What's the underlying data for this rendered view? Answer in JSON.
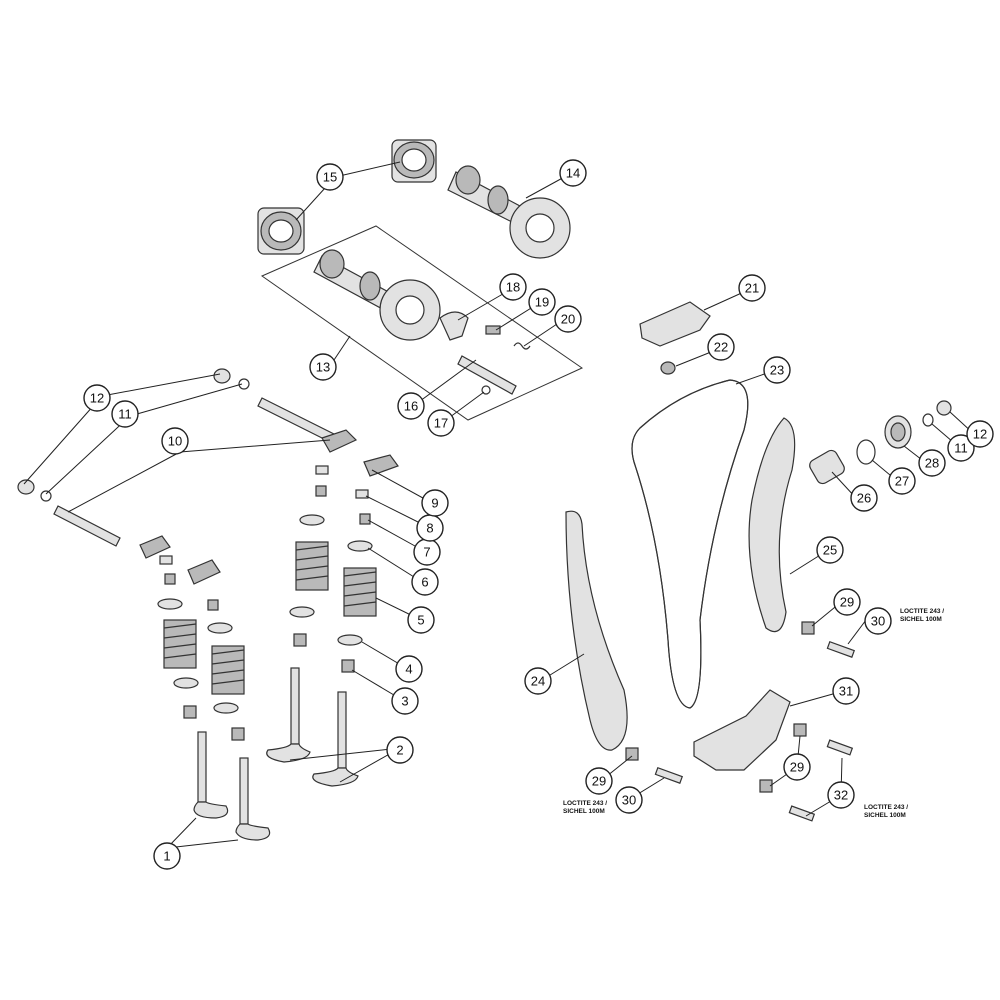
{
  "callouts": [
    {
      "id": "c1",
      "label": "1"
    },
    {
      "id": "c2",
      "label": "2"
    },
    {
      "id": "c3",
      "label": "3"
    },
    {
      "id": "c4",
      "label": "4"
    },
    {
      "id": "c5",
      "label": "5"
    },
    {
      "id": "c6",
      "label": "6"
    },
    {
      "id": "c7",
      "label": "7"
    },
    {
      "id": "c8",
      "label": "8"
    },
    {
      "id": "c9",
      "label": "9"
    },
    {
      "id": "c10",
      "label": "10"
    },
    {
      "id": "c11a",
      "label": "11"
    },
    {
      "id": "c12a",
      "label": "12"
    },
    {
      "id": "c13",
      "label": "13"
    },
    {
      "id": "c14",
      "label": "14"
    },
    {
      "id": "c15",
      "label": "15"
    },
    {
      "id": "c16",
      "label": "16"
    },
    {
      "id": "c17",
      "label": "17"
    },
    {
      "id": "c18",
      "label": "18"
    },
    {
      "id": "c19",
      "label": "19"
    },
    {
      "id": "c20",
      "label": "20"
    },
    {
      "id": "c21",
      "label": "21"
    },
    {
      "id": "c22",
      "label": "22"
    },
    {
      "id": "c23",
      "label": "23"
    },
    {
      "id": "c24",
      "label": "24"
    },
    {
      "id": "c25",
      "label": "25"
    },
    {
      "id": "c26",
      "label": "26"
    },
    {
      "id": "c27",
      "label": "27"
    },
    {
      "id": "c28",
      "label": "28"
    },
    {
      "id": "c11b",
      "label": "11"
    },
    {
      "id": "c12b",
      "label": "12"
    },
    {
      "id": "c29a",
      "label": "29"
    },
    {
      "id": "c30a",
      "label": "30"
    },
    {
      "id": "c29b",
      "label": "29"
    },
    {
      "id": "c30b",
      "label": "30"
    },
    {
      "id": "c31",
      "label": "31"
    },
    {
      "id": "c29c",
      "label": "29"
    },
    {
      "id": "c32",
      "label": "32"
    }
  ],
  "notes": [
    {
      "id": "n1",
      "line1": "LOCTITE 243 /",
      "line2": "SICHEL 100M"
    },
    {
      "id": "n2",
      "line1": "LOCTITE 243 /",
      "line2": "SICHEL 100M"
    },
    {
      "id": "n3",
      "line1": "LOCTITE 243 /",
      "line2": "SICHEL 100M"
    }
  ]
}
